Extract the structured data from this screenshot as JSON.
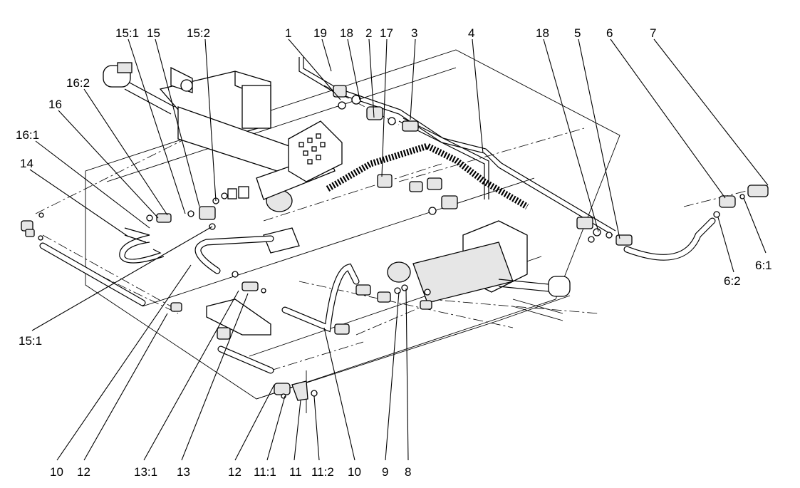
{
  "callouts_top": [
    "15:1",
    "15",
    "15:2",
    "16:2",
    "16",
    "16:1",
    "14",
    "1",
    "19",
    "18",
    "2",
    "17",
    "3",
    "4",
    "18",
    "5",
    "6",
    "7"
  ],
  "callouts_right": [
    "6:2",
    "6:1"
  ],
  "callouts_left": [
    "15:1"
  ],
  "callouts_bottom": [
    "10",
    "12",
    "13:1",
    "13",
    "12",
    "11:1",
    "11",
    "11:2",
    "10",
    "9",
    "8"
  ]
}
